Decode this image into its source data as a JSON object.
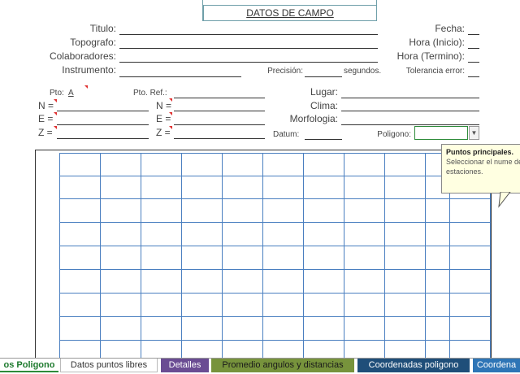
{
  "header": {
    "title": "DATOS DE CAMPO"
  },
  "form": {
    "titulo": "Titulo:",
    "topografo": "Topografo:",
    "colaboradores": "Colaboradores:",
    "instrumento": "Instrumento:",
    "precision": "Precisión:",
    "segundos": "segundos.",
    "tolerancia": "Tolerancia error:",
    "fecha": "Fecha:",
    "hora_inicio": "Hora (Inicio):",
    "hora_termino": "Hora (Termino):",
    "pto": "Pto:",
    "pto_value": "A",
    "pto_ref": "Pto. Ref.:",
    "n": "N =",
    "e": "E =",
    "z": "Z =",
    "lugar": "Lugar:",
    "clima": "Clima:",
    "morfologia": "Morfologia:",
    "datum": "Datum:",
    "poligono": "Poligono:"
  },
  "tooltip": {
    "title": "Puntos principales.",
    "body": "Seleccionar el nume de estaciones."
  },
  "sheet_tabs": [
    {
      "label": "os Poligono",
      "color": "#ffffff",
      "text": "#1e7a2e",
      "active": true
    },
    {
      "label": "Datos puntos libres",
      "color": "#ffffff",
      "text": "#333333",
      "active": false
    },
    {
      "label": "Detalles",
      "color": "#6a4c93",
      "text": "#ffffff",
      "active": false
    },
    {
      "label": "Promedio angulos y distancias",
      "color": "#77933c",
      "text": "#1a1a1a",
      "active": false
    },
    {
      "label": "Coordenadas poligono",
      "color": "#1f4e79",
      "text": "#ffffff",
      "active": false
    },
    {
      "label": "Coordena",
      "color": "#2e75b6",
      "text": "#ffffff",
      "active": false
    }
  ],
  "colors": {
    "grid": "#4a7fc0",
    "accent_green": "#2e8b3a",
    "comment_marker": "#e03030"
  }
}
